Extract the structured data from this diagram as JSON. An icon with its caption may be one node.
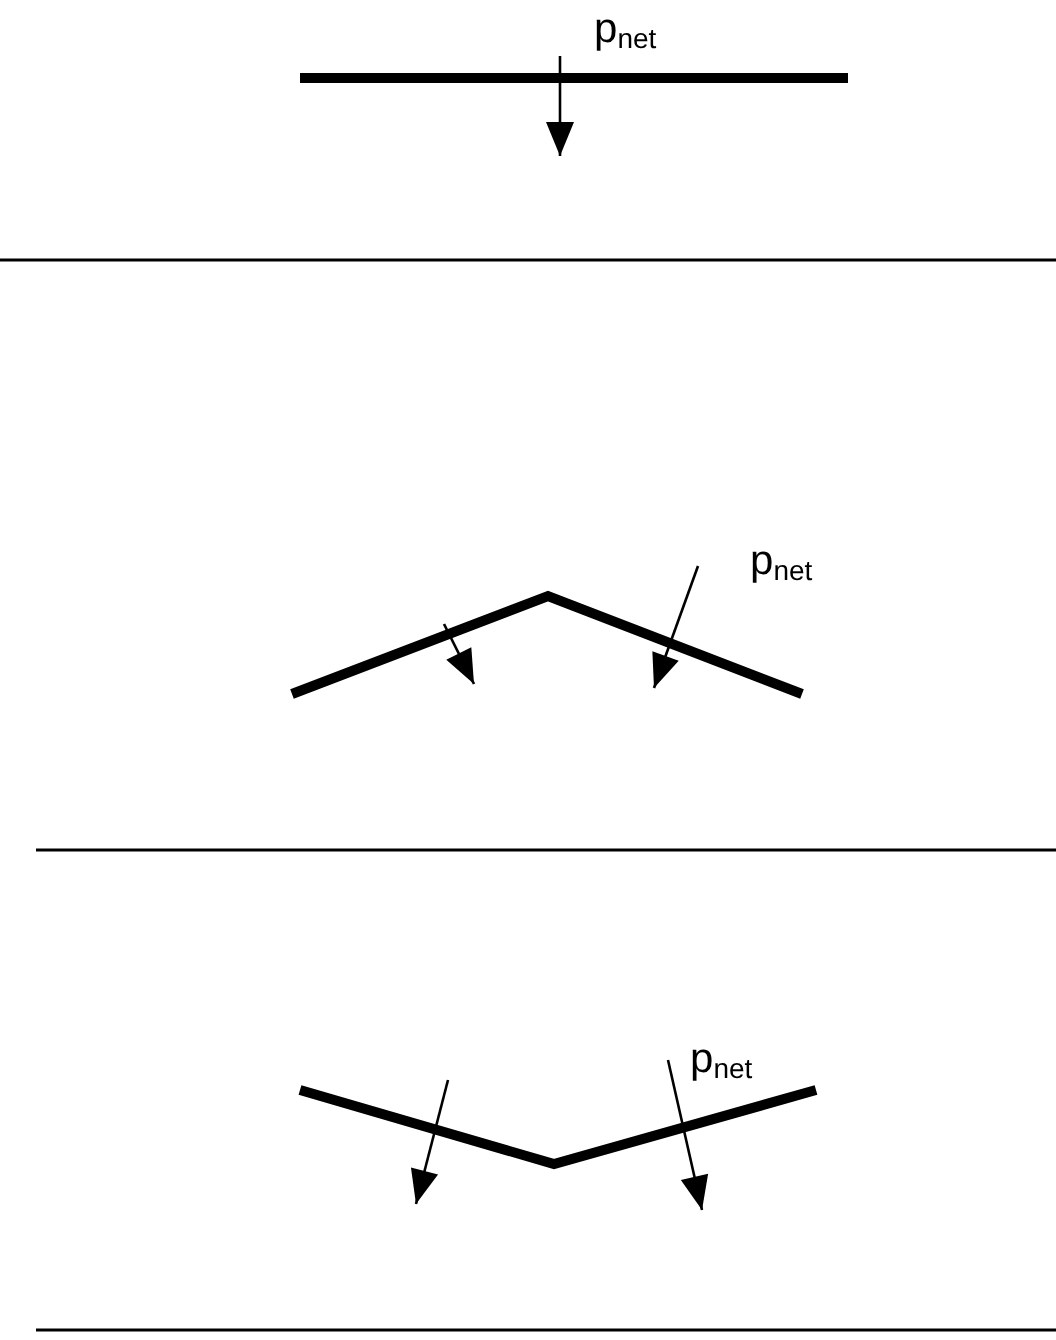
{
  "diagram": {
    "labels": [
      "p$_{net}$",
      "p$_{net}$",
      "p$_{net}$"
    ]
  }
}
